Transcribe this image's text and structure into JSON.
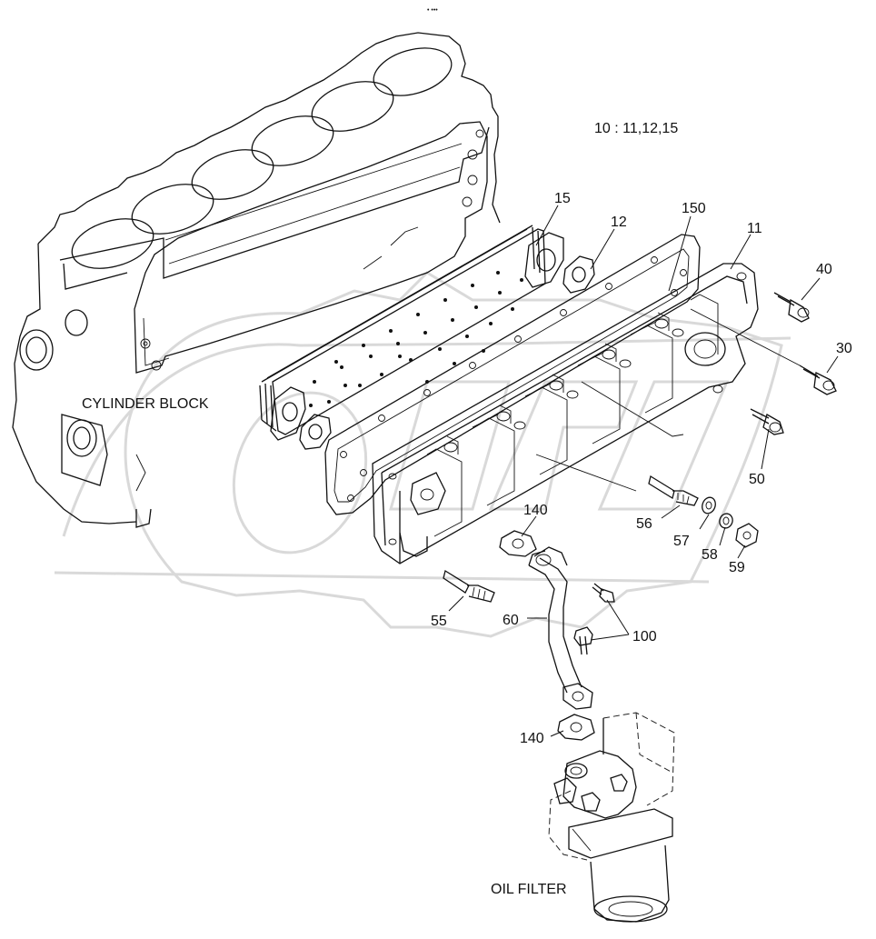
{
  "header": {
    "mark": "• •••"
  },
  "note": "10 : 11,12,15",
  "labels": {
    "cylinder_block": "CYLINDER BLOCK",
    "oil_filter": "OIL FILTER"
  },
  "callouts": {
    "c15": "15",
    "c12": "12",
    "c150": "150",
    "c11": "11",
    "c40": "40",
    "c30": "30",
    "c50": "50",
    "c56": "56",
    "c57": "57",
    "c58": "58",
    "c59": "59",
    "c140a": "140",
    "c55": "55",
    "c60": "60",
    "c100": "100",
    "c140b": "140"
  },
  "watermark": {
    "color": "#d9d9d9"
  }
}
